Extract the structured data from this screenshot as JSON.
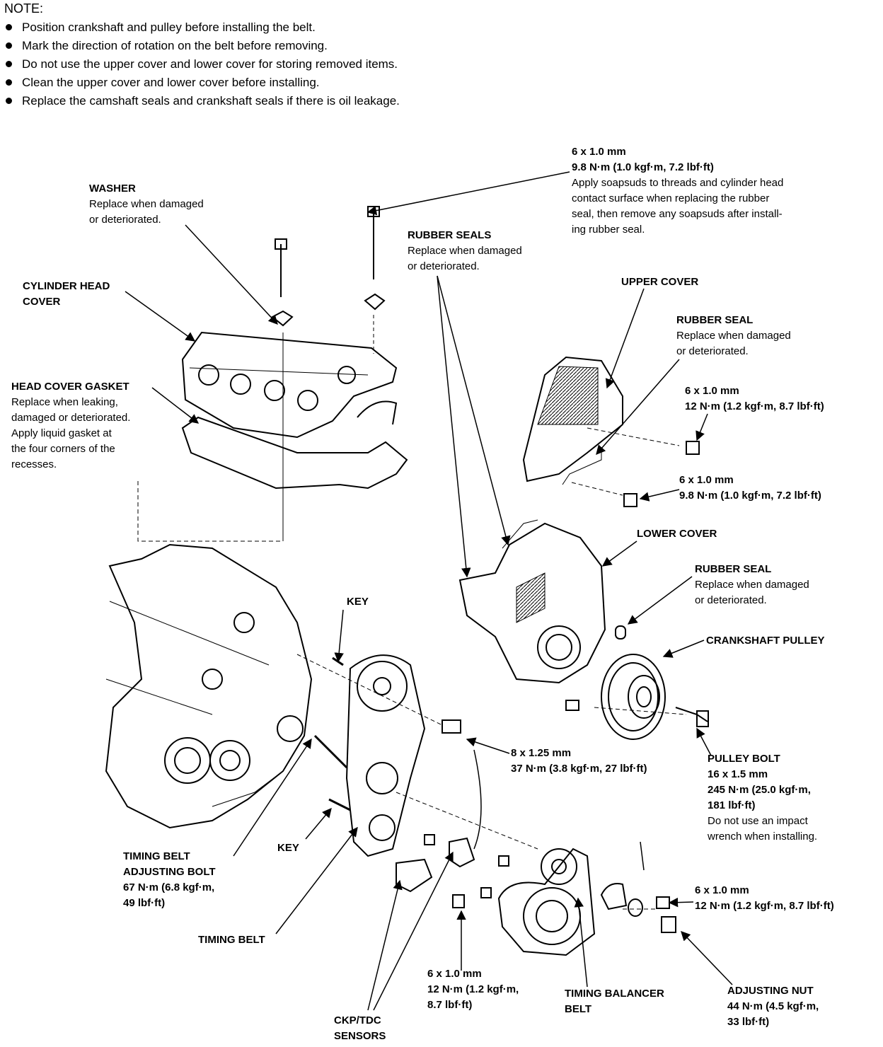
{
  "note": {
    "title": "NOTE:",
    "items": [
      "Position crankshaft and pulley before installing the belt.",
      "Mark the direction of rotation on the belt before removing.",
      "Do not use the upper cover and lower cover for storing removed items.",
      "Clean the upper cover and lower cover before installing.",
      "Replace the camshaft seals and crankshaft seals if there is oil leakage."
    ]
  },
  "labels": {
    "top_bolt": {
      "l1": "6 x 1.0 mm",
      "l2": "9.8 N·m (1.0 kgf·m, 7.2 lbf·ft)",
      "l3": "Apply soapsuds to threads and cylinder head",
      "l4": "contact surface when replacing the rubber",
      "l5": "seal, then remove any soapsuds after install-",
      "l6": "ing rubber seal."
    },
    "washer": {
      "name": "WASHER",
      "l1": "Replace when damaged",
      "l2": "or deteriorated."
    },
    "rubber_seals": {
      "name": "RUBBER SEALS",
      "l1": "Replace when damaged",
      "l2": "or deteriorated."
    },
    "cyl_head_cover": {
      "l1": "CYLINDER HEAD",
      "l2": "COVER"
    },
    "upper_cover": {
      "name": "UPPER COVER"
    },
    "rubber_seal_upper": {
      "name": "RUBBER SEAL",
      "l1": "Replace when damaged",
      "l2": "or deteriorated."
    },
    "head_gasket": {
      "name": "HEAD COVER GASKET",
      "l1": "Replace when leaking,",
      "l2": "damaged or deteriorated.",
      "l3": "Apply liquid gasket at",
      "l4": "the four corners of the",
      "l5": "recesses."
    },
    "upper_bolt": {
      "l1": "6 x 1.0 mm",
      "l2": "12 N·m (1.2 kgf·m, 8.7 lbf·ft)"
    },
    "upper_bolt2": {
      "l1": "6 x 1.0 mm",
      "l2": "9.8 N·m (1.0 kgf·m, 7.2 lbf·ft)"
    },
    "lower_cover": {
      "name": "LOWER COVER"
    },
    "rubber_seal_lower": {
      "name": "RUBBER SEAL",
      "l1": "Replace when damaged",
      "l2": "or deteriorated."
    },
    "key_top": {
      "name": "KEY"
    },
    "crank_pulley": {
      "name": "CRANKSHAFT PULLEY"
    },
    "bolt_8x125": {
      "l1": "8 x 1.25 mm",
      "l2": "37 N·m (3.8 kgf·m, 27 lbf·ft)"
    },
    "pulley_bolt": {
      "name": "PULLEY BOLT",
      "l1": "16 x 1.5 mm",
      "l2": "245 N·m (25.0 kgf·m,",
      "l3": "181 lbf·ft)",
      "l4": "Do not use an impact",
      "l5": "wrench when installing."
    },
    "key_bottom": {
      "name": "KEY"
    },
    "adj_bolt": {
      "l1": "TIMING BELT",
      "l2": "ADJUSTING BOLT",
      "l3": "67 N·m (6.8 kgf·m,",
      "l4": "49 lbf·ft)"
    },
    "bolt_right": {
      "l1": "6 x 1.0 mm",
      "l2": "12 N·m (1.2 kgf·m, 8.7 lbf·ft)"
    },
    "timing_belt": {
      "name": "TIMING BELT"
    },
    "bolt_bottom": {
      "l1": "6 x 1.0 mm",
      "l2": "12 N·m (1.2 kgf·m,",
      "l3": "8.7 lbf·ft)"
    },
    "balancer_belt": {
      "l1": "TIMING BALANCER",
      "l2": "BELT"
    },
    "adj_nut": {
      "name": "ADJUSTING NUT",
      "l1": "44 N·m (4.5 kgf·m,",
      "l2": "33 lbf·ft)"
    },
    "ckp": {
      "l1": "CKP/TDC",
      "l2": "SENSORS"
    }
  }
}
